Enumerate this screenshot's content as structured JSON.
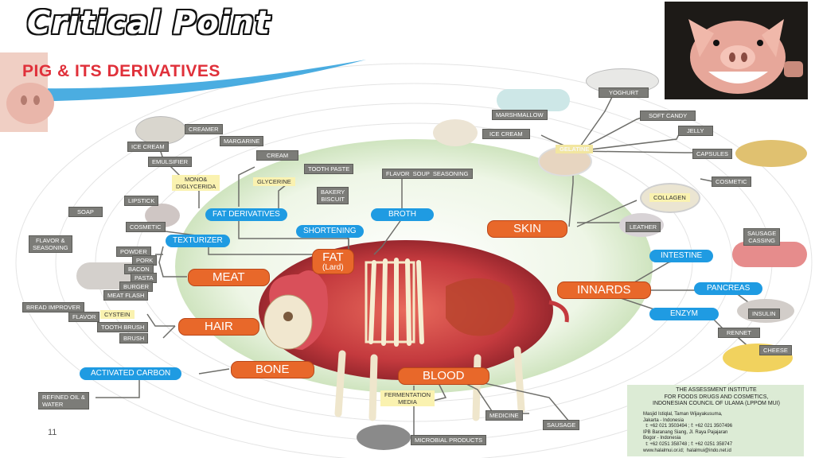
{
  "title": "Critical Point",
  "subtitle": "PIG & ITS DERIVATIVES",
  "page_number": "11",
  "hubs": {
    "fat": "FAT",
    "fat_sub": "(Lard)",
    "meat": "MEAT",
    "hair": "HAIR",
    "bone": "BONE",
    "blood": "BLOOD",
    "skin": "SKIN",
    "innards": "INNARDS"
  },
  "blue": {
    "fat_derivatives": "FAT DERIVATIVES",
    "shortening": "SHORTENING",
    "broth": "BROTH",
    "texturizer": "TEXTURIZER",
    "activated_carbon": "ACTIVATED CARBON",
    "intestine": "INTESTINE",
    "pancreas": "PANCREAS",
    "enzym": "ENZYM"
  },
  "yellow": {
    "mono": "MONO&\nDIGLYCERIDA",
    "glycerine": "GLYCERINE",
    "gelatine": "GELATINE",
    "collagen": "COLLAGEN",
    "cystein": "CYSTEIN",
    "fermentation": "FERMENTATION\nMEDIA"
  },
  "grey": {
    "creamer": "CREAMER",
    "ice_cream_l": "ICE CREAM",
    "margarine": "MARGARINE",
    "emulsifier": "EMULSIFIER",
    "cream": "CREAM",
    "tooth_paste": "TOOTH PASTE",
    "bakery": "BAKERY\nBISCUIT",
    "flavor_soup": "FLAVOR  SOUP  SEASONING",
    "lipstick": "LIPSTICK",
    "soap": "SOAP",
    "cosmetic_l": "COSMETIC",
    "flavor_seasoning": "FLAVOR &\nSEASONING",
    "powder": "POWDER",
    "pork": "PORK",
    "bacon": "BACON",
    "pasta": "PASTA",
    "burger": "BURGER",
    "meat_flash": "MEAT FLASH",
    "bread_improver": "BREAD IMPROVER",
    "flavor": "FLAVOR",
    "tooth_brush": "TOOTH BRUSH",
    "brush": "BRUSH",
    "refined_oil": "REFINED OIL &\nWATER",
    "medicine": "MEDICINE",
    "sausage": "SAUSAGE",
    "microbial": "MICROBIAL PRODUCTS",
    "marshmallow": "MARSHMALLOW",
    "ice_cream_r": "ICE CREAM",
    "yoghurt": "YOGHURT",
    "soft_candy": "SOFT CANDY",
    "jelly": "JELLY",
    "capsules": "CAPSULES",
    "cosmetic_r": "COSMETIC",
    "leather": "LEATHER",
    "sausage_casing": "SAUSAGE\nCASSING",
    "insulin": "INSULIN",
    "rennet": "RENNET",
    "cheese": "CHEESE"
  },
  "institute": {
    "heading": "THE ASSESSMENT INSTITUTE\nFOR FOODS DRUGS AND COSMETICS,\nINDONESIAN COUNCIL OF ULAMA (LPPOM MUI)",
    "address": "Masjid Istiqlal, Taman Wijayakusuma,\nJakarta - Indonesia\n  t: +62 021 3503494 ; f: +62 021 3507496\nIPB Baranang Siang, Jl. Raya Pajajaran\nBogor - Indonesia\n  t: +62 0251 358748 ; f: +62 0251 358747\nwww.halalmui.or.id;  halalmui@indo.net.id"
  },
  "colors": {
    "hub_orange": "#e8682a",
    "derivative_blue": "#1f9be2",
    "product_grey": "#7c7c78",
    "highlight_yellow": "#faf2b0",
    "subtitle_red": "#e0303a"
  }
}
